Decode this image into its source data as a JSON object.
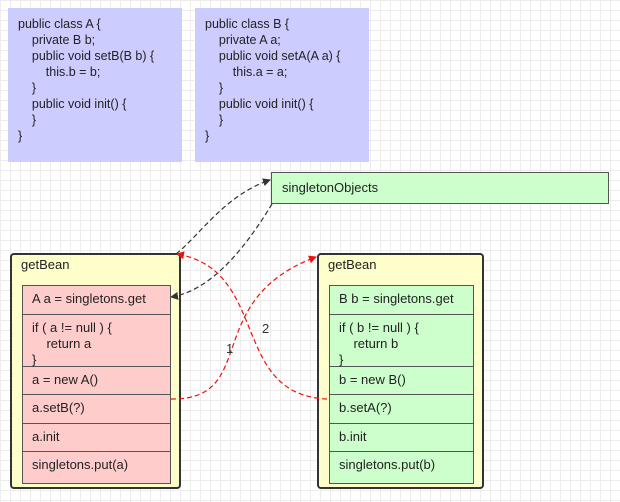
{
  "class_a": {
    "lines": [
      "public class A {",
      "    private B b;",
      "    public void setB(B b) {",
      "        this.b = b;",
      "    }",
      "    public void init() {",
      "    }",
      "}"
    ]
  },
  "class_b": {
    "lines": [
      "public class B {",
      "    private A a;",
      "    public void setA(A a) {",
      "        this.a = a;",
      "    }",
      "    public void init() {",
      "    }",
      "}"
    ]
  },
  "singleton_objects": {
    "label": "singletonObjects"
  },
  "getbean_a": {
    "title": "getBean",
    "steps": {
      "get": "A a = singletons.get",
      "check": [
        "if ( a != null ) {",
        "    return a",
        "}"
      ],
      "create": "a = new A()",
      "set": "a.setB(?)",
      "init": "a.init",
      "put": "singletons.put(a)"
    }
  },
  "getbean_b": {
    "title": "getBean",
    "steps": {
      "get": "B b = singletons.get",
      "check": [
        "if ( b != null ) {",
        "    return b",
        "}"
      ],
      "create": "b = new B()",
      "set": "b.setA(?)",
      "init": "b.init",
      "put": "singletons.put(b)"
    }
  },
  "arrows": {
    "label_1": "1",
    "label_2": "2",
    "colors": {
      "lookup": "#333333",
      "call": "#ee1111"
    }
  },
  "colors": {
    "class_box": "#ccccff",
    "singleton_box": "#ccffcc",
    "getbean_box": "#ffffcc",
    "a_rows": "#ffcccc",
    "b_rows": "#ccffcc"
  }
}
